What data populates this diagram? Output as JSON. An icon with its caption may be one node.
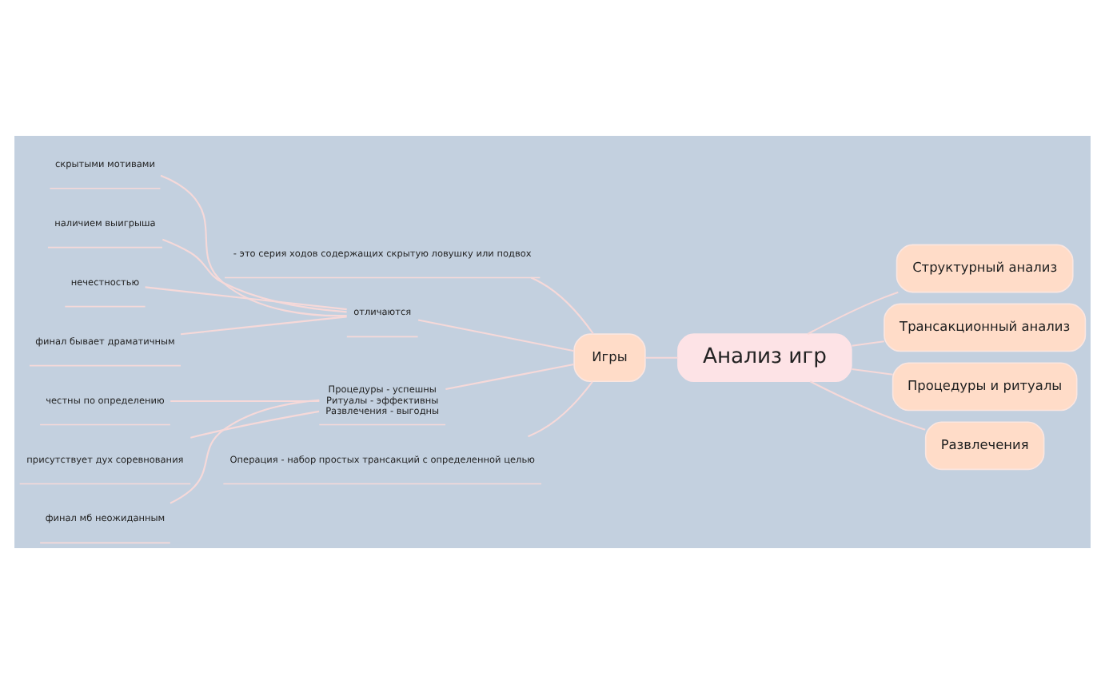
{
  "diagram": {
    "nodes": [
      {
        "text": [
          "Анализ игр"
        ]
      },
      {
        "text": [
          "Структурный анализ"
        ]
      },
      {
        "text": [
          "Трансакционный анализ"
        ]
      },
      {
        "text": [
          "Процедуры и ритуалы"
        ]
      },
      {
        "text": [
          "Развлечения"
        ]
      },
      {
        "text": [
          "Игры"
        ]
      },
      {
        "text": [
          "- это серия ходов содержащих скрытую ловушку или подвох"
        ]
      },
      {
        "text": [
          "отличаются"
        ]
      },
      {
        "text": [
          "скрытыми мотивами"
        ]
      },
      {
        "text": [
          "наличием выигрыша"
        ]
      },
      {
        "text": [
          "нечестностью"
        ]
      },
      {
        "text": [
          "финал бывает драматичным"
        ]
      },
      {
        "text": [
          "Процедуры - успешны",
          "Ритуалы - эффективны",
          "Развлечения - выгодны"
        ]
      },
      {
        "text": [
          "честны по определению"
        ]
      },
      {
        "text": [
          "присутствует дух соревнования"
        ]
      },
      {
        "text": [
          "финал мб неожиданным"
        ]
      },
      {
        "text": [
          "Операция - набор простых трансакций с определенной целью"
        ]
      }
    ],
    "edges": [
      {
        "from": 0,
        "to": 1,
        "arrow": "none"
      },
      {
        "from": 0,
        "to": 2,
        "arrow": "none"
      },
      {
        "from": 0,
        "to": 3,
        "arrow": "none"
      },
      {
        "from": 0,
        "to": 4,
        "arrow": "none"
      },
      {
        "from": 0,
        "to": 5,
        "arrow": "none"
      },
      {
        "from": 5,
        "to": 6,
        "arrow": "none"
      },
      {
        "from": 5,
        "to": 7,
        "arrow": "none"
      },
      {
        "from": 7,
        "to": 8,
        "arrow": "none"
      },
      {
        "from": 7,
        "to": 9,
        "arrow": "none"
      },
      {
        "from": 7,
        "to": 10,
        "arrow": "none"
      },
      {
        "from": 7,
        "to": 11,
        "arrow": "none"
      },
      {
        "from": 5,
        "to": 12,
        "arrow": "none"
      },
      {
        "from": 12,
        "to": 13,
        "arrow": "none"
      },
      {
        "from": 12,
        "to": 14,
        "arrow": "none"
      },
      {
        "from": 12,
        "to": 15,
        "arrow": "none"
      },
      {
        "from": 5,
        "to": 16,
        "arrow": "none"
      }
    ]
  }
}
